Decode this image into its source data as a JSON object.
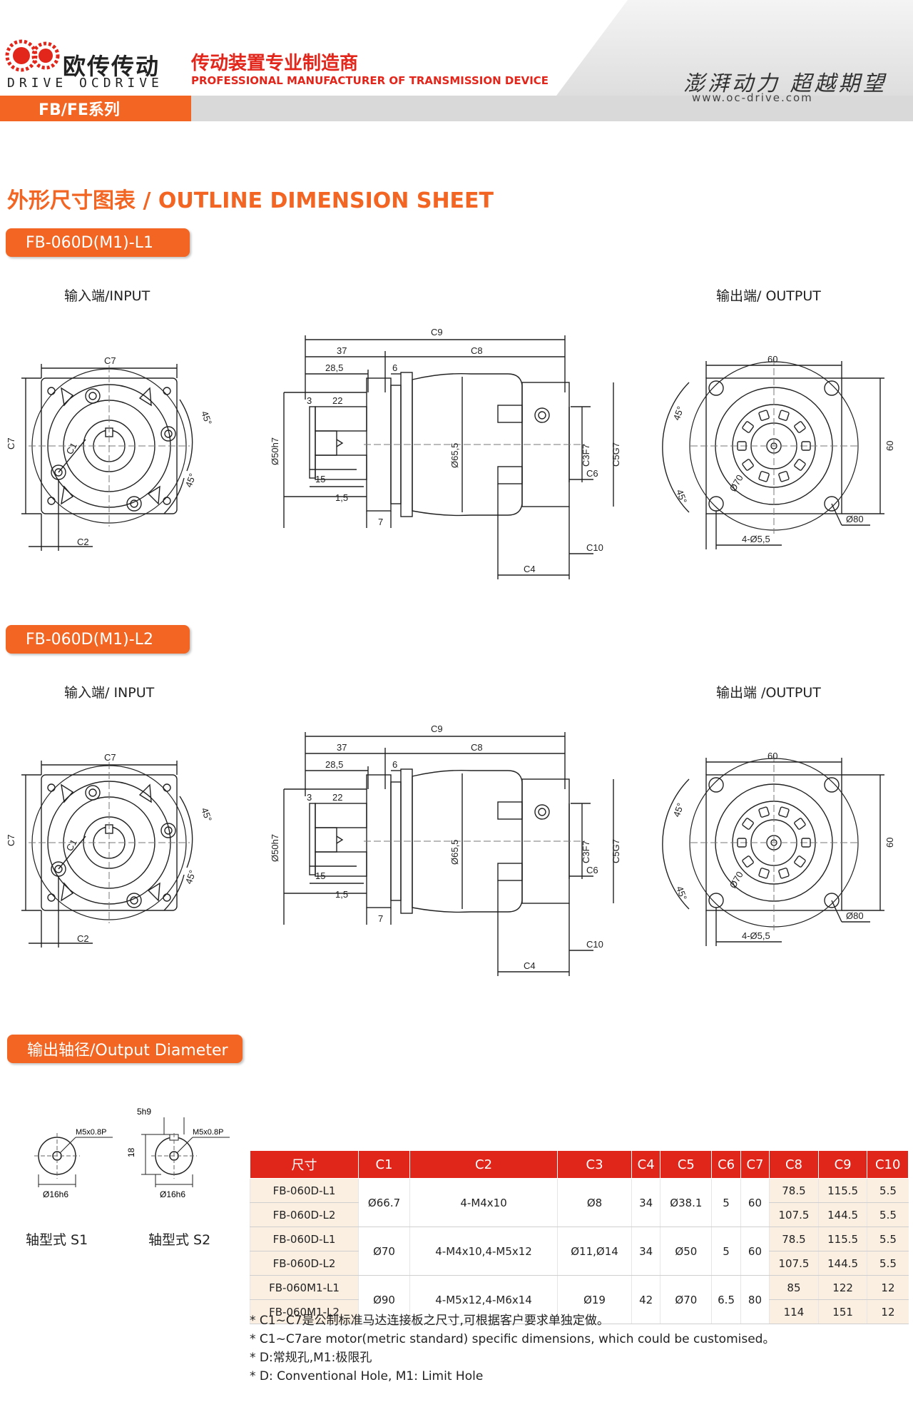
{
  "header": {
    "brand_cn": "欧传传动",
    "brand_en": "DRIVE OCDRIVE",
    "tagline_cn": "传动装置专业制造商",
    "tagline_en": "PROFESSIONAL MANUFACTURER OF TRANSMISSION DEVICE",
    "slogan": "澎湃动力 超越期望",
    "website": "www.oc-drive.com",
    "series": "FB/FE系列"
  },
  "section_title": "外形尺寸图表 / OUTLINE DIMENSION SHEET",
  "diagrams": [
    {
      "model": "FB-060D(M1)-L1",
      "input_label": "输入端/INPUT",
      "output_label": "输出端/ OUTPUT",
      "labels": {
        "c9": "C9",
        "d37": "37",
        "c8": "C8",
        "d285": "28,5",
        "d6": "6",
        "d3": "3",
        "d22": "22",
        "d50": "Ø50h7",
        "d655": "Ø65,5",
        "d15": "15",
        "d15b": "1,5",
        "d7": "7",
        "c3": "C3F7",
        "c5": "C5G7",
        "c6": "C6",
        "c10": "C10",
        "c4": "C4",
        "c7": "C7",
        "c1": "C1",
        "c2": "C2",
        "a45": "45°",
        "a45b": "45°",
        "o60": "60",
        "o60v": "60",
        "o70": "Ø70",
        "o80": "Ø80",
        "o45a": "45°",
        "o45b": "45°",
        "holes": "4-Ø5,5"
      }
    },
    {
      "model": "FB-060D(M1)-L2",
      "input_label": "输入端/ INPUT",
      "output_label": "输出端 /OUTPUT",
      "labels": {
        "c9": "C9",
        "d37": "37",
        "c8": "C8",
        "d285": "28,5",
        "d6": "6",
        "d3": "3",
        "d22": "22",
        "d50": "Ø50h7",
        "d655": "Ø65,5",
        "d15": "15",
        "d15b": "1,5",
        "d7": "7",
        "c3": "C3F7",
        "c5": "C5G7",
        "c6": "C6",
        "c10": "C10",
        "c4": "C4",
        "c7": "C7",
        "c1": "C1",
        "c2": "C2",
        "a45": "45°",
        "a45b": "45°",
        "o60": "60",
        "o60v": "60",
        "o70": "Ø70",
        "o80": "Ø80",
        "o45a": "45°",
        "o45b": "45°",
        "holes": "4-Ø5,5"
      }
    }
  ],
  "output_diameter": {
    "title": "输出轴径/Output Diameter",
    "s1": {
      "thread": "M5x0.8P",
      "dia": "Ø16h6",
      "caption": "轴型式 S1"
    },
    "s2": {
      "thread": "M5x0.8P",
      "dia": "Ø16h6",
      "key": "5h9",
      "len": "18",
      "caption": "轴型式 S2"
    }
  },
  "table": {
    "headers": [
      "尺寸",
      "C1",
      "C2",
      "C3",
      "C4",
      "C5",
      "C6",
      "C7",
      "C8",
      "C9",
      "C10"
    ],
    "groups": [
      {
        "c1": "Ø66.7",
        "c2": "4-M4x10",
        "c3": "Ø8",
        "c4": "34",
        "c5": "Ø38.1",
        "c6": "5",
        "c7": "60",
        "rows": [
          {
            "model": "FB-060D-L1",
            "c8": "78.5",
            "c9": "115.5",
            "c10": "5.5"
          },
          {
            "model": "FB-060D-L2",
            "c8": "107.5",
            "c9": "144.5",
            "c10": "5.5"
          }
        ]
      },
      {
        "c1": "Ø70",
        "c2": "4-M4x10,4-M5x12",
        "c3": "Ø11,Ø14",
        "c4": "34",
        "c5": "Ø50",
        "c6": "5",
        "c7": "60",
        "rows": [
          {
            "model": "FB-060D-L1",
            "c8": "78.5",
            "c9": "115.5",
            "c10": "5.5"
          },
          {
            "model": "FB-060D-L2",
            "c8": "107.5",
            "c9": "144.5",
            "c10": "5.5"
          }
        ]
      },
      {
        "c1": "Ø90",
        "c2": "4-M5x12,4-M6x14",
        "c3": "Ø19",
        "c4": "42",
        "c5": "Ø70",
        "c6": "6.5",
        "c7": "80",
        "rows": [
          {
            "model": "FB-060M1-L1",
            "c8": "85",
            "c9": "122",
            "c10": "12"
          },
          {
            "model": "FB-060M1-L2",
            "c8": "114",
            "c9": "151",
            "c10": "12"
          }
        ]
      }
    ]
  },
  "notes": [
    "* C1~C7是公制标准马达连接板之尺寸,可根据客户要求单独定做。",
    "* C1~C7are motor(metric standard)  specific dimensions, which could be customised。",
    "* D:常规孔,M1:极限孔",
    "* D: Conventional Hole, M1: Limit Hole"
  ]
}
